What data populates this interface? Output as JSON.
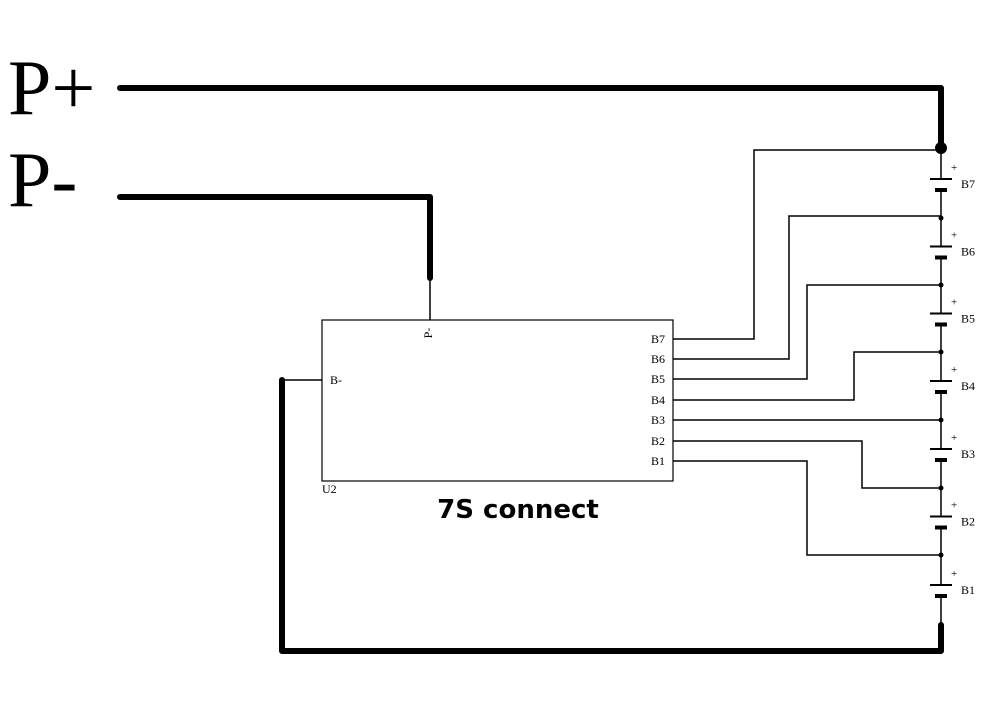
{
  "terminals": {
    "p_plus": "P+",
    "p_minus": "P-"
  },
  "module": {
    "designator": "U2",
    "caption": "7S connect",
    "pin_p_minus": "P-",
    "pin_b_minus": "B-",
    "pins_right": [
      "B7",
      "B6",
      "B5",
      "B4",
      "B3",
      "B2",
      "B1"
    ]
  },
  "cells": [
    {
      "label": "B7",
      "polarity": "+"
    },
    {
      "label": "B6",
      "polarity": "+"
    },
    {
      "label": "B5",
      "polarity": "+"
    },
    {
      "label": "B4",
      "polarity": "+"
    },
    {
      "label": "B3",
      "polarity": "+"
    },
    {
      "label": "B2",
      "polarity": "+"
    },
    {
      "label": "B1",
      "polarity": "+"
    }
  ],
  "colors": {
    "ink": "#000000",
    "background": "#ffffff"
  }
}
